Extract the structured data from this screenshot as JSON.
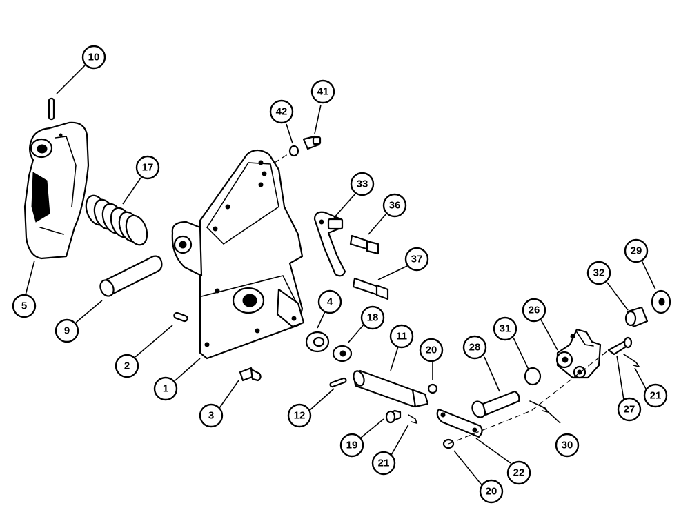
{
  "callouts": [
    {
      "id": "c10",
      "label": "10"
    },
    {
      "id": "c5",
      "label": "5"
    },
    {
      "id": "c17",
      "label": "17"
    },
    {
      "id": "c9",
      "label": "9"
    },
    {
      "id": "c2",
      "label": "2"
    },
    {
      "id": "c1",
      "label": "1"
    },
    {
      "id": "c3",
      "label": "3"
    },
    {
      "id": "c42",
      "label": "42"
    },
    {
      "id": "c41",
      "label": "41"
    },
    {
      "id": "c33",
      "label": "33"
    },
    {
      "id": "c36",
      "label": "36"
    },
    {
      "id": "c37",
      "label": "37"
    },
    {
      "id": "c4",
      "label": "4"
    },
    {
      "id": "c18",
      "label": "18"
    },
    {
      "id": "c11",
      "label": "11"
    },
    {
      "id": "c20a",
      "label": "20"
    },
    {
      "id": "c12",
      "label": "12"
    },
    {
      "id": "c19",
      "label": "19"
    },
    {
      "id": "c21a",
      "label": "21"
    },
    {
      "id": "c22",
      "label": "22"
    },
    {
      "id": "c20b",
      "label": "20"
    },
    {
      "id": "c28",
      "label": "28"
    },
    {
      "id": "c31",
      "label": "31"
    },
    {
      "id": "c30",
      "label": "30"
    },
    {
      "id": "c26",
      "label": "26"
    },
    {
      "id": "c32",
      "label": "32"
    },
    {
      "id": "c29",
      "label": "29"
    },
    {
      "id": "c27",
      "label": "27"
    },
    {
      "id": "c21b",
      "label": "21"
    }
  ]
}
